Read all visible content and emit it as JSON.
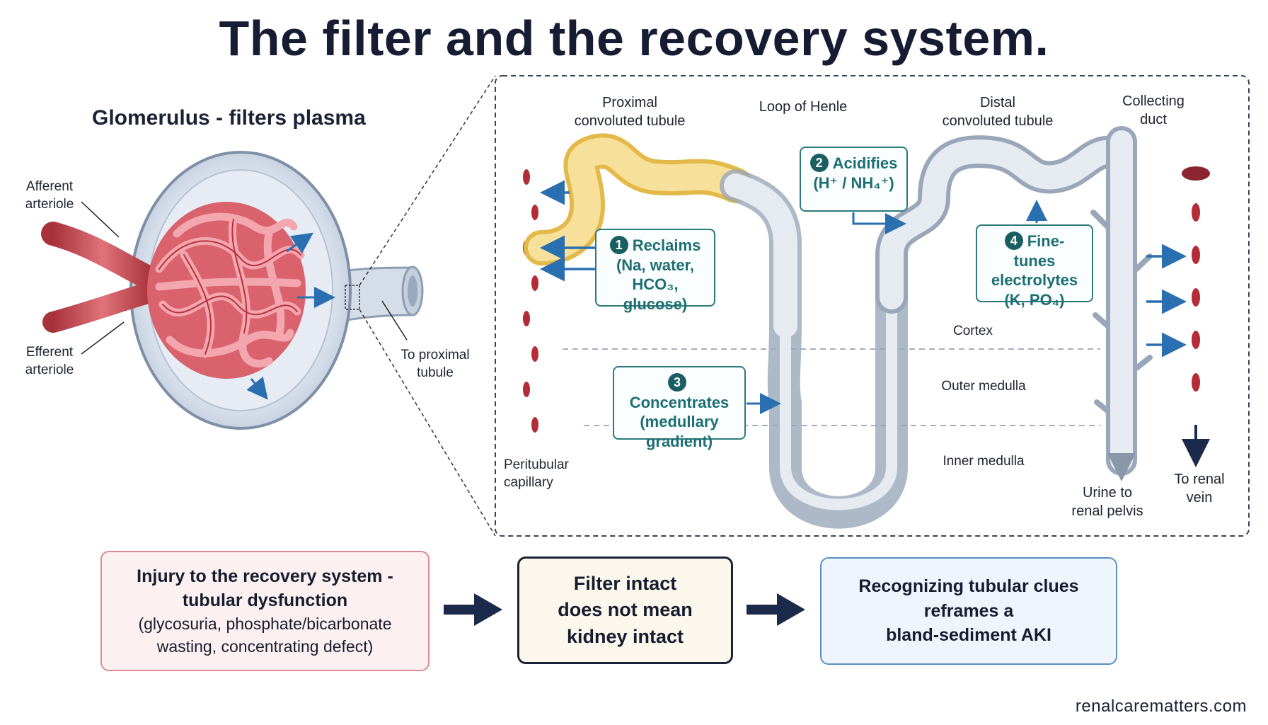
{
  "title": "The filter and the recovery system.",
  "glomerulus": {
    "heading": "Glomerulus - filters plasma",
    "afferent_label_1": "Afferent",
    "afferent_label_2": "arteriole",
    "efferent_label_1": "Efferent",
    "efferent_label_2": "arteriole",
    "to_tubule_1": "To proximal",
    "to_tubule_2": "tubule"
  },
  "nephron": {
    "pct_1": "Proximal",
    "pct_2": "convoluted tubule",
    "loop": "Loop of Henle",
    "dct_1": "Distal",
    "dct_2": "convoluted tubule",
    "cd_1": "Collecting",
    "cd_2": "duct",
    "peritubular_1": "Peritubular",
    "peritubular_2": "capillary",
    "zone_cortex": "Cortex",
    "zone_outer": "Outer medulla",
    "zone_inner": "Inner medulla",
    "urine_1": "Urine to",
    "urine_2": "renal pelvis",
    "vein_1": "To renal",
    "vein_2": "vein"
  },
  "callouts": [
    {
      "num": "1",
      "lines": [
        "Reclaims",
        "(Na, water,",
        "HCO₃, glucose)"
      ]
    },
    {
      "num": "2",
      "lines": [
        "Acidifies",
        "(H⁺ / NH₄⁺)"
      ]
    },
    {
      "num": "3",
      "lines": [
        "Concentrates",
        "(medullary",
        "gradient)"
      ]
    },
    {
      "num": "4",
      "lines": [
        "Fine-tunes",
        "electrolytes",
        "(K, PO₄)"
      ]
    }
  ],
  "bottom": {
    "box1_title_1": "Injury to the recovery system -",
    "box1_title_2": "tubular dysfunction",
    "box1_sub_1": "(glycosuria, phosphate/bicarbonate",
    "box1_sub_2": "wasting, concentrating defect)",
    "box2_1": "Filter intact",
    "box2_2": "does not mean",
    "box2_3": "kidney intact",
    "box3_1": "Recognizing tubular clues",
    "box3_2": "reframes a",
    "box3_3": "bland-sediment AKI"
  },
  "footer": "renalcarematters.com",
  "colors": {
    "teal": "#2d7a7c",
    "vessel_red": "#c9474f",
    "tubule_grey": "#c9d2de",
    "pct_yellow": "#f4d98a",
    "arrow_blue": "#2a6fb0",
    "navy": "#1b2233"
  }
}
